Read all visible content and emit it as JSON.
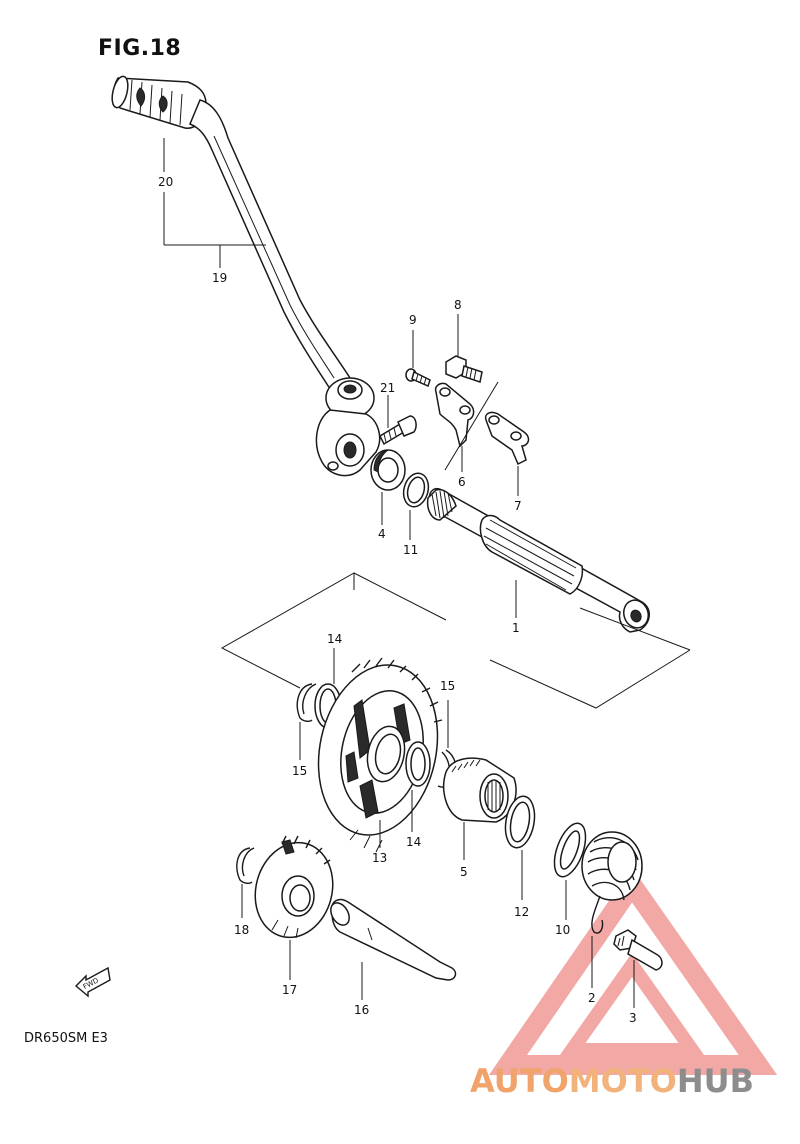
{
  "figure": {
    "title": "FIG.18",
    "model": "DR650SM  E3"
  },
  "callouts": {
    "c1": "1",
    "c2": "2",
    "c3": "3",
    "c4": "4",
    "c5": "5",
    "c6": "6",
    "c7": "7",
    "c8": "8",
    "c9": "9",
    "c10": "10",
    "c11": "11",
    "c12": "12",
    "c13": "13",
    "c14a": "14",
    "c14b": "14",
    "c15a": "15",
    "c15b": "15",
    "c16": "16",
    "c17": "17",
    "c18": "18",
    "c19": "19",
    "c20": "20",
    "c21": "21"
  },
  "direction_arrow": {
    "label": "FWD",
    "icon": "fwd-arrow-icon"
  },
  "watermark": {
    "part1": "AUTO",
    "part2": "MOTO",
    "part3": "HUB",
    "color_triangle": "#e8625a",
    "color_auto": "#f0a36a",
    "color_hub": "#8d8d8d"
  }
}
